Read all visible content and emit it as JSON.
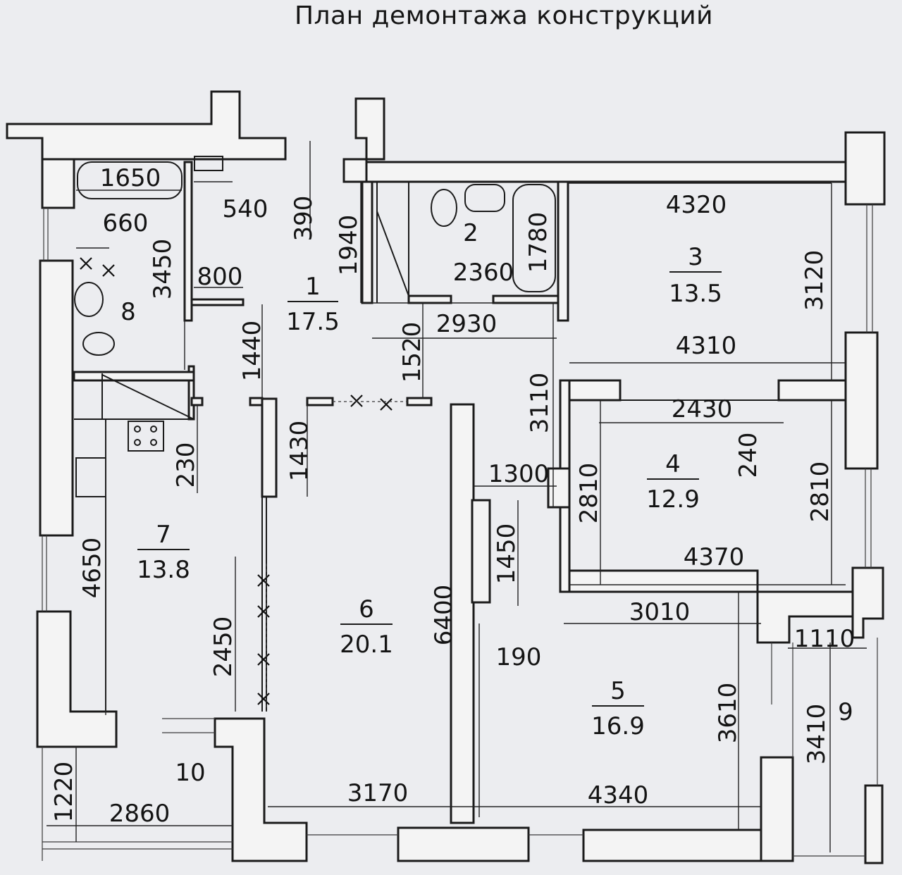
{
  "title": "План демонтажа конструкций",
  "rooms": [
    {
      "number": "1",
      "area": "17.5"
    },
    {
      "number": "2",
      "area": ""
    },
    {
      "number": "3",
      "area": "13.5"
    },
    {
      "number": "4",
      "area": "12.9"
    },
    {
      "number": "5",
      "area": "16.9"
    },
    {
      "number": "6",
      "area": "20.1"
    },
    {
      "number": "7",
      "area": "13.8"
    },
    {
      "number": "8",
      "area": ""
    },
    {
      "number": "9",
      "area": ""
    },
    {
      "number": "10",
      "area": ""
    }
  ],
  "dimensions": {
    "d1650": "1650",
    "d540": "540",
    "d390": "390",
    "d660": "660",
    "d3450": "3450",
    "d800": "800",
    "d1940": "1940",
    "d2360": "2360",
    "d1780": "1780",
    "d4320": "4320",
    "d3120": "3120",
    "d2930": "2930",
    "d1440": "1440",
    "d1520": "1520",
    "d4310": "4310",
    "d3110": "3110",
    "d2430": "2430",
    "d240": "240",
    "d230": "230",
    "d1430": "1430",
    "d1300": "1300",
    "d2810a": "2810",
    "d2810b": "2810",
    "d4370": "4370",
    "d1450": "1450",
    "d4650": "4650",
    "d2450": "2450",
    "d6400": "6400",
    "d3010": "3010",
    "d190": "190",
    "d1110": "1110",
    "d3610": "3610",
    "d3410": "3410",
    "d1220": "1220",
    "d2860": "2860",
    "d3170": "3170",
    "d4340": "4340"
  }
}
